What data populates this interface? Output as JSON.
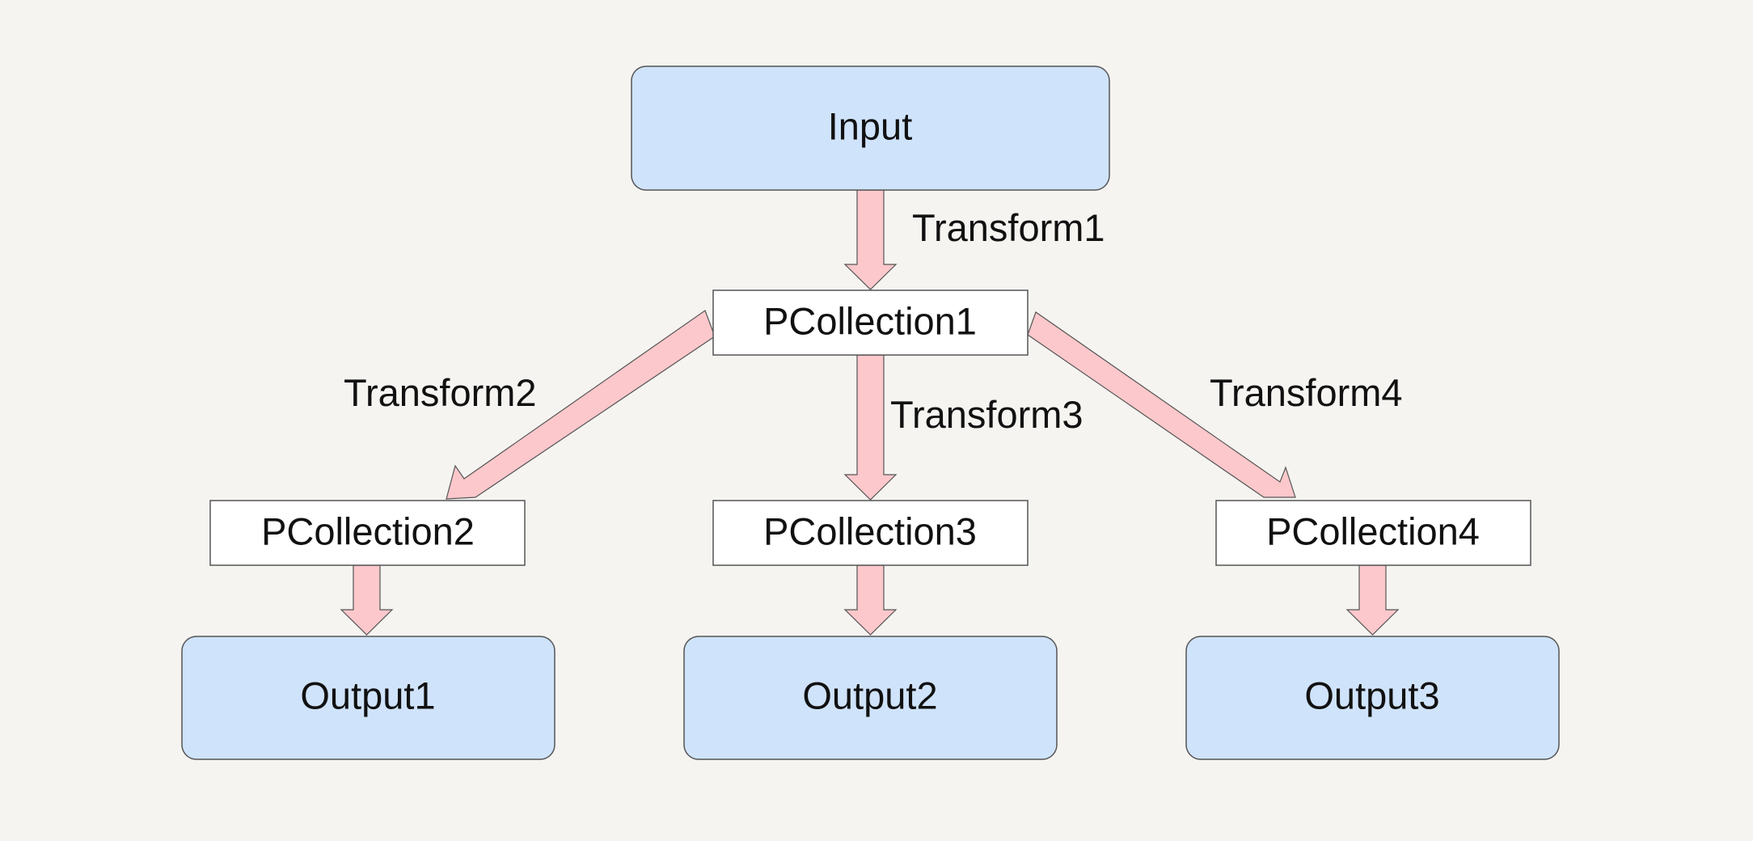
{
  "colors": {
    "background": "#f5f4f1",
    "terminal_fill": "#cfe3fb",
    "collection_fill": "#ffffff",
    "arrow_fill": "#fcc8cb",
    "stroke": "#555555"
  },
  "nodes": {
    "input": "Input",
    "pcollection1": "PCollection1",
    "pcollection2": "PCollection2",
    "pcollection3": "PCollection3",
    "pcollection4": "PCollection4",
    "output1": "Output1",
    "output2": "Output2",
    "output3": "Output3"
  },
  "edges": {
    "transform1": "Transform1",
    "transform2": "Transform2",
    "transform3": "Transform3",
    "transform4": "Transform4"
  }
}
